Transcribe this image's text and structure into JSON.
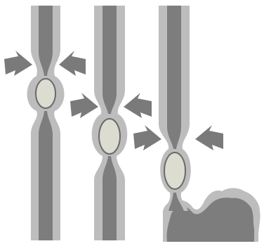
{
  "figure": {
    "panels": [
      {
        "id": "p1",
        "stage": 1
      },
      {
        "id": "p2",
        "stage": 2
      },
      {
        "id": "p3",
        "stage": 3
      }
    ],
    "colors": {
      "background": "#ffffff",
      "tube_wall": "#bdbdbd",
      "lumen": "#7d7d7d",
      "bolus_fill": "#dcdcd0",
      "bolus_outline": "#6a6a6a",
      "arrow": "#7a7a7a",
      "pool": "#7d7d7d"
    },
    "icons": [
      "squeeze-arrow-icon"
    ]
  }
}
